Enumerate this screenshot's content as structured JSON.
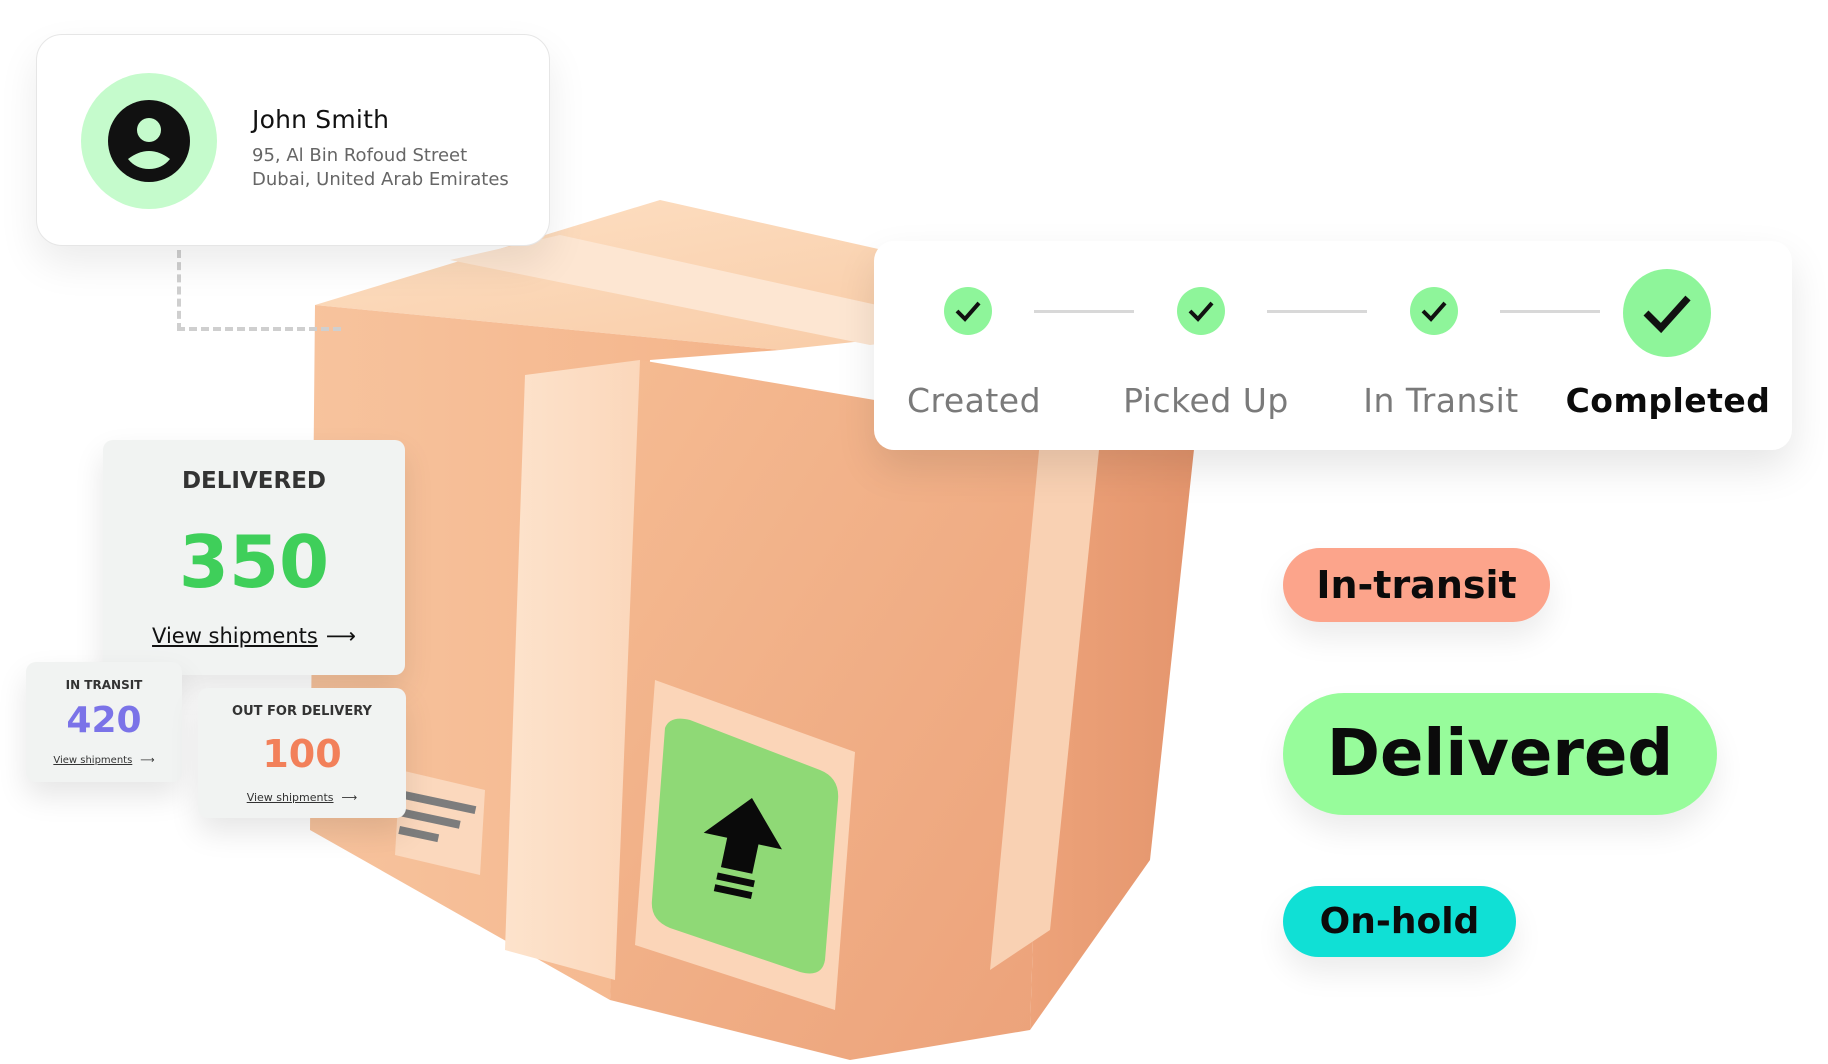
{
  "customer": {
    "name": "John Smith",
    "address_line1": "95, Al Bin Rofoud Street",
    "address_line2": "Dubai, United Arab Emirates",
    "avatar_icon": "user-circle-icon"
  },
  "tracker": {
    "steps": [
      {
        "label": "Created",
        "done": true
      },
      {
        "label": "Picked Up",
        "done": true
      },
      {
        "label": "In Transit",
        "done": true
      },
      {
        "label": "Completed",
        "done": true,
        "active": true
      }
    ],
    "check_icon": "check-icon"
  },
  "stats": {
    "delivered": {
      "title": "DELIVERED",
      "value": "350",
      "link": "View shipments",
      "color": "#3fcf5a"
    },
    "in_transit": {
      "title": "IN TRANSIT",
      "value": "420",
      "link": "View shipments",
      "color": "#7b73e8"
    },
    "out_for_delivery": {
      "title": "OUT FOR DELIVERY",
      "value": "100",
      "link": "View shipments",
      "color": "#f2805a"
    },
    "arrow_icon": "arrow-right-icon"
  },
  "status_pills": {
    "in_transit": {
      "label": "In-transit",
      "color": "#fca48b"
    },
    "delivered": {
      "label": "Delivered",
      "color": "#97fc9b"
    },
    "on_hold": {
      "label": "On-hold",
      "color": "#10e0d5"
    }
  },
  "package": {
    "sticker_icon": "upload-arrow-icon",
    "sticker_color": "#8fd976"
  }
}
